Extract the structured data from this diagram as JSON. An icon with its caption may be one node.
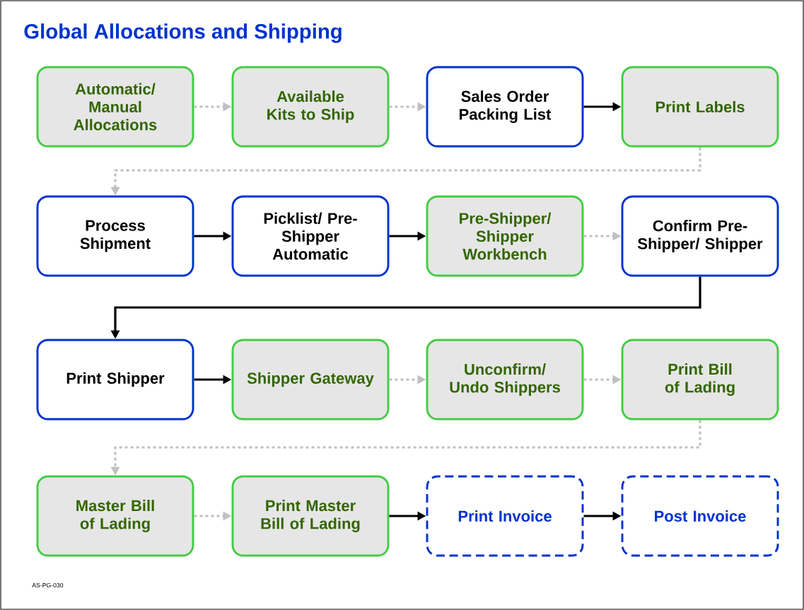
{
  "diagram": {
    "title": "Global Allocations and Shipping",
    "nodes": [
      {
        "text": [
          "Automatic/ Manual Allocations"
        ]
      },
      {
        "text": [
          "Available Kits to Ship"
        ]
      },
      {
        "text": [
          "Sales Order Packing List"
        ]
      },
      {
        "text": [
          "Print Labels"
        ]
      },
      {
        "text": [
          "Process Shipment"
        ]
      },
      {
        "text": [
          "Picklist/ Pre-Shipper Automatic"
        ]
      },
      {
        "text": [
          "Pre-Shipper/ Shipper Workbench"
        ]
      },
      {
        "text": [
          "Confirm Pre-Shipper/ Shipper"
        ]
      },
      {
        "text": [
          "Print Shipper"
        ]
      },
      {
        "text": [
          "Shipper Gateway"
        ]
      },
      {
        "text": [
          "Unconfirm/ Undo Shippers"
        ]
      },
      {
        "text": [
          "Print Bill of Lading"
        ]
      },
      {
        "text": [
          "Master Bill of Lading"
        ]
      },
      {
        "text": [
          "Print Master Bill of Lading"
        ]
      },
      {
        "text": [
          "Print Invoice"
        ]
      },
      {
        "text": [
          "Post Invoice"
        ]
      }
    ],
    "edges": [
      {
        "from": 0,
        "to": 1,
        "arrow": "to",
        "style": "dashed",
        "color": "#c0c0c0"
      },
      {
        "from": 1,
        "to": 2,
        "arrow": "to",
        "style": "dashed",
        "color": "#c0c0c0"
      },
      {
        "from": 2,
        "to": 3,
        "arrow": "to",
        "color": "#000000"
      },
      {
        "from": 3,
        "to": 4,
        "arrow": "to",
        "style": "dashed",
        "color": "#c0c0c0"
      },
      {
        "from": 4,
        "to": 5,
        "arrow": "to",
        "color": "#000000"
      },
      {
        "from": 5,
        "to": 6,
        "arrow": "to",
        "color": "#000000"
      },
      {
        "from": 6,
        "to": 7,
        "arrow": "to",
        "style": "dashed",
        "color": "#c0c0c0"
      },
      {
        "from": 7,
        "to": 8,
        "arrow": "to",
        "color": "#000000"
      },
      {
        "from": 8,
        "to": 9,
        "arrow": "to",
        "color": "#000000"
      },
      {
        "from": 9,
        "to": 10,
        "arrow": "to",
        "style": "dashed",
        "color": "#c0c0c0"
      },
      {
        "from": 10,
        "to": 11,
        "arrow": "to",
        "style": "dashed",
        "color": "#c0c0c0"
      },
      {
        "from": 11,
        "to": 12,
        "arrow": "to",
        "style": "dashed",
        "color": "#c0c0c0"
      },
      {
        "from": 12,
        "to": 13,
        "arrow": "to",
        "style": "dashed",
        "color": "#c0c0c0"
      },
      {
        "from": 13,
        "to": 14,
        "arrow": "to",
        "color": "#000000"
      },
      {
        "from": 14,
        "to": 15,
        "arrow": "to",
        "color": "#000000"
      }
    ],
    "labels": [
      "AS-PG-030"
    ]
  }
}
